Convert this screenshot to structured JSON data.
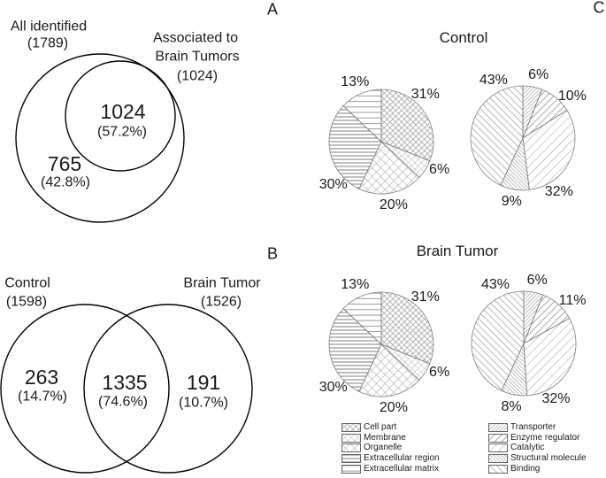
{
  "figure": {
    "panel_a": {
      "label": "A"
    },
    "panel_b": {
      "label": "B"
    },
    "panel_c": {
      "label": "C",
      "control_title": "Control",
      "tumor_title": "Brain Tumor"
    }
  },
  "colors": {
    "ink": "#1a1a1a",
    "circle_outline": "#000000",
    "hatch_dark": "#8f8f8f",
    "hatch_mid": "#9c9c9c",
    "hatch_light": "#a6a6a6",
    "slice_border": "#7f7f7f"
  },
  "chart_data": [
    {
      "id": "venn-a",
      "type": "venn",
      "style": "nested",
      "set1_label": "All identified",
      "set1_count": "(1789)",
      "set2_label_line1": "Associated to",
      "set2_label_line2": "Brain Tumors",
      "set2_count": "(1024)",
      "overlap_value": "1024",
      "overlap_pct": "(57.2%)",
      "only1_value": "765",
      "only1_pct": "(42.8%)"
    },
    {
      "id": "venn-b",
      "type": "venn",
      "style": "overlapping",
      "set1_label": "Control",
      "set1_count": "(1598)",
      "set2_label": "Brain Tumor",
      "set2_count": "(1526)",
      "only1_value": "263",
      "only1_pct": "(14.7%)",
      "overlap_value": "1335",
      "overlap_pct": "(74.6%)",
      "only2_value": "191",
      "only2_pct": "(10.7%)"
    },
    {
      "id": "control-pie-1",
      "type": "pie",
      "group_title": "Control",
      "categories": [
        "Cell part",
        "Membrane",
        "Organelle",
        "Extracellular region",
        "Extracellular matrix"
      ],
      "values": [
        31,
        6,
        20,
        30,
        13
      ],
      "labels": [
        "31%",
        "6%",
        "20%",
        "30%",
        "13%"
      ],
      "patterns": [
        "cell-part",
        "membrane",
        "organelle",
        "extracellular-region",
        "extracellular-matrix"
      ],
      "start_angle_deg": 0,
      "clockwise": true,
      "label_angles_deg": [
        43,
        116,
        169,
        228,
        336
      ]
    },
    {
      "id": "control-pie-2",
      "type": "pie",
      "group_title": "Control",
      "categories": [
        "Transporter",
        "Enzyme regulator",
        "Catalytic",
        "Structural molecule",
        "Binding"
      ],
      "values": [
        6,
        10,
        32,
        9,
        43
      ],
      "labels": [
        "6%",
        "10%",
        "32%",
        "9%",
        "43%"
      ],
      "patterns": [
        "transporter",
        "enzyme-regulator",
        "catalytic",
        "structural-molecule",
        "binding"
      ],
      "start_angle_deg": 0,
      "clockwise": true,
      "label_angles_deg": [
        14,
        50,
        146,
        190,
        333
      ]
    },
    {
      "id": "tumor-pie-1",
      "type": "pie",
      "group_title": "Brain Tumor",
      "categories": [
        "Cell part",
        "Membrane",
        "Organelle",
        "Extracellular region",
        "Extracellular matrix"
      ],
      "values": [
        31,
        6,
        20,
        30,
        13
      ],
      "labels": [
        "31%",
        "6%",
        "20%",
        "30%",
        "13%"
      ],
      "patterns": [
        "cell-part",
        "membrane",
        "organelle",
        "extracellular-region",
        "extracellular-matrix"
      ],
      "start_angle_deg": 0,
      "clockwise": true,
      "label_angles_deg": [
        43,
        116,
        169,
        228,
        336
      ]
    },
    {
      "id": "tumor-pie-2",
      "type": "pie",
      "group_title": "Brain Tumor",
      "categories": [
        "Transporter",
        "Enzyme regulator",
        "Catalytic",
        "Structural molecule",
        "Binding"
      ],
      "values": [
        6,
        11,
        32,
        8,
        43
      ],
      "labels": [
        "6%",
        "11%",
        "32%",
        "8%",
        "43%"
      ],
      "patterns": [
        "transporter",
        "enzyme-regulator",
        "catalytic",
        "structural-molecule",
        "binding"
      ],
      "start_angle_deg": 0,
      "clockwise": true,
      "label_angles_deg": [
        12,
        49,
        150,
        191,
        334
      ]
    }
  ],
  "legends": {
    "cellular": {
      "position": "bottom-left",
      "items": [
        {
          "label": "Cell part",
          "pattern": "cell-part"
        },
        {
          "label": "Membrane",
          "pattern": "membrane"
        },
        {
          "label": "Organelle",
          "pattern": "organelle"
        },
        {
          "label": "Extracellular region",
          "pattern": "extracellular-region"
        },
        {
          "label": "Extracellular matrix",
          "pattern": "extracellular-matrix"
        }
      ]
    },
    "molecular": {
      "position": "bottom-right",
      "items": [
        {
          "label": "Transporter",
          "pattern": "transporter"
        },
        {
          "label": "Enzyme regulator",
          "pattern": "enzyme-regulator"
        },
        {
          "label": "Catalytic",
          "pattern": "catalytic"
        },
        {
          "label": "Structural molecule",
          "pattern": "structural-molecule"
        },
        {
          "label": "Binding",
          "pattern": "binding"
        }
      ]
    }
  }
}
